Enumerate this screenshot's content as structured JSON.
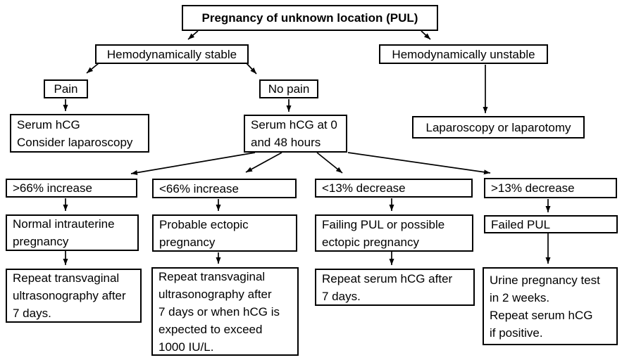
{
  "diagram": {
    "kind": "flowchart",
    "colors": {
      "background": "#ffffff",
      "border": "#000000",
      "text": "#000000",
      "arrow": "#000000"
    },
    "nodes": {
      "pul": {
        "label": "Pregnancy of unknown location (PUL)"
      },
      "hemo_stable": {
        "label": "Hemodynamically stable"
      },
      "hemo_unstable": {
        "label": "Hemodynamically unstable"
      },
      "pain": {
        "label": "Pain"
      },
      "no_pain": {
        "label": "No pain"
      },
      "serum_hcg_pain": {
        "label": "Serum hCG\nConsider laparoscopy"
      },
      "serum_hcg_48": {
        "label": "Serum hCG at 0\nand 48 hours"
      },
      "laparoscopy": {
        "label": "Laparoscopy or laparotomy"
      },
      "inc_gt_66": {
        "label": ">66% increase"
      },
      "inc_lt_66": {
        "label": "<66% increase"
      },
      "dec_lt_13": {
        "label": "<13% decrease"
      },
      "dec_gt_13": {
        "label": ">13% decrease"
      },
      "normal_iup": {
        "label": "Normal intrauterine\npregnancy"
      },
      "probable_ectopic": {
        "label": "Probable ectopic\npregnancy"
      },
      "failing_pul": {
        "label": "Failing PUL or possible\nectopic pregnancy"
      },
      "failed_pul": {
        "label": "Failed PUL"
      },
      "repeat_tvus_7d": {
        "label": "Repeat transvaginal\nultrasonography after\n7 days."
      },
      "repeat_tvus_1000": {
        "label": "Repeat transvaginal\nultrasonography after\n7 days or when hCG is\nexpected to exceed\n1000 IU/L."
      },
      "repeat_serum_7d": {
        "label": "Repeat serum hCG after\n7 days."
      },
      "urine_test": {
        "label": "Urine pregnancy test\nin 2 weeks.\nRepeat serum hCG\nif positive."
      }
    },
    "edges": [
      {
        "from": "pul",
        "to": "hemo_stable"
      },
      {
        "from": "pul",
        "to": "hemo_unstable"
      },
      {
        "from": "hemo_stable",
        "to": "pain"
      },
      {
        "from": "hemo_stable",
        "to": "no_pain"
      },
      {
        "from": "pain",
        "to": "serum_hcg_pain"
      },
      {
        "from": "no_pain",
        "to": "serum_hcg_48"
      },
      {
        "from": "hemo_unstable",
        "to": "laparoscopy"
      },
      {
        "from": "serum_hcg_48",
        "to": "inc_gt_66"
      },
      {
        "from": "serum_hcg_48",
        "to": "inc_lt_66"
      },
      {
        "from": "serum_hcg_48",
        "to": "dec_lt_13"
      },
      {
        "from": "serum_hcg_48",
        "to": "dec_gt_13"
      },
      {
        "from": "inc_gt_66",
        "to": "normal_iup"
      },
      {
        "from": "inc_lt_66",
        "to": "probable_ectopic"
      },
      {
        "from": "dec_lt_13",
        "to": "failing_pul"
      },
      {
        "from": "dec_gt_13",
        "to": "failed_pul"
      },
      {
        "from": "normal_iup",
        "to": "repeat_tvus_7d"
      },
      {
        "from": "probable_ectopic",
        "to": "repeat_tvus_1000"
      },
      {
        "from": "failing_pul",
        "to": "repeat_serum_7d"
      },
      {
        "from": "failed_pul",
        "to": "urine_test"
      }
    ]
  }
}
